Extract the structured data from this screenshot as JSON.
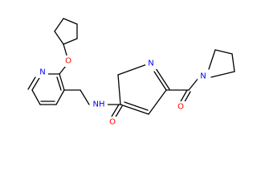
{
  "atoms": {
    "o_ether": {
      "label": "O",
      "color": "#FF0000"
    },
    "n_pyridine": {
      "label": "N",
      "color": "#0000FF"
    },
    "n_amide": {
      "label": "NH",
      "color": "#0000FF"
    },
    "o_amide": {
      "label": "O",
      "color": "#FF0000"
    },
    "n_ring": {
      "label": "N",
      "color": "#0000FF"
    },
    "o_ketone": {
      "label": "O",
      "color": "#FF0000"
    },
    "n_pyrrolidine": {
      "label": "N",
      "color": "#0000FF"
    }
  }
}
